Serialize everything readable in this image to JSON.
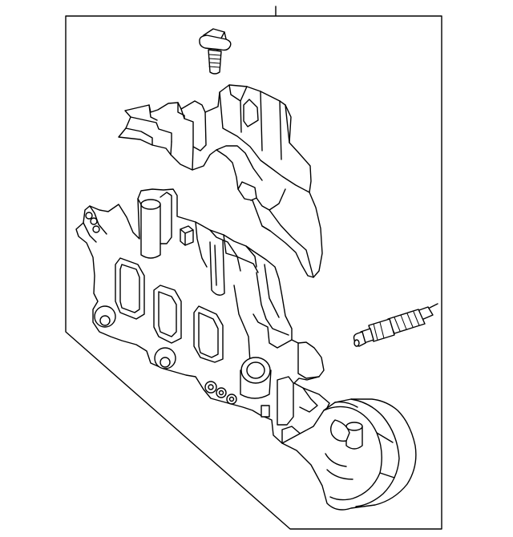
{
  "diagram": {
    "line_color": "#000000",
    "background_color": "#ffffff",
    "panel_fill": "#ffffff",
    "components": [
      {
        "name": "bolt",
        "icon": "bolt-icon"
      },
      {
        "name": "upper-bracket-cover",
        "icon": "bracket-icon"
      },
      {
        "name": "manifold-housing",
        "icon": "housing-icon"
      },
      {
        "name": "sensor-plug",
        "icon": "sensor-icon"
      },
      {
        "name": "filter-cap",
        "icon": "cap-icon"
      }
    ]
  }
}
